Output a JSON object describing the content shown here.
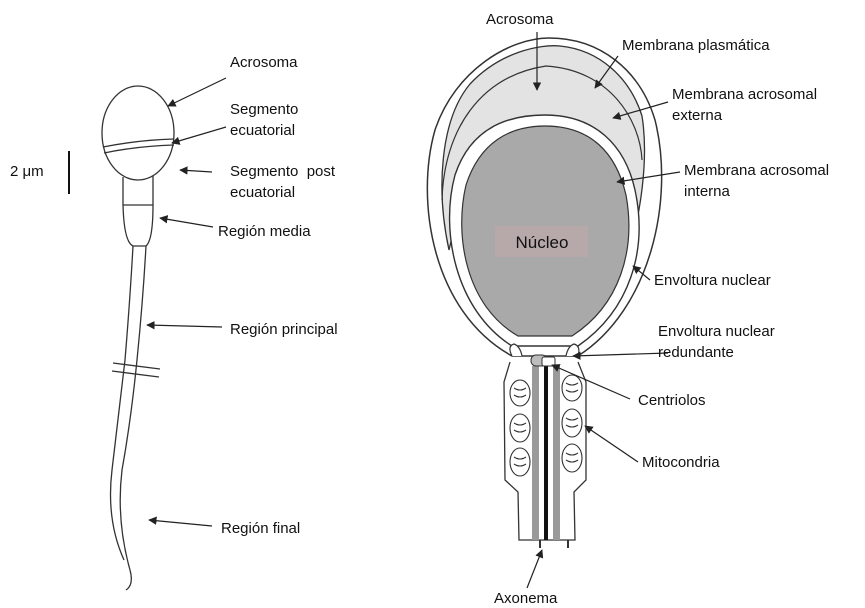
{
  "left_figure": {
    "scale": "2 μm",
    "labels": {
      "acrosoma": "Acrosoma",
      "segmento_ecuatorial_1": "Segmento",
      "segmento_ecuatorial_2": "ecuatorial",
      "segmento_post_1": "Segmento  post",
      "segmento_post_2": "ecuatorial",
      "region_media": "Región media",
      "region_principal": "Región principal",
      "region_final": "Región final"
    }
  },
  "right_figure": {
    "labels": {
      "acrosoma": "Acrosoma",
      "membrana_plasmatica": "Membrana plasmática",
      "membrana_acrosomal_externa_1": "Membrana acrosomal",
      "membrana_acrosomal_externa_2": "externa",
      "membrana_acrosomal_interna_1": "Membrana acrosomal",
      "membrana_acrosomal_interna_2": "interna",
      "nucleo": "Núcleo",
      "envoltura_nuclear": "Envoltura nuclear",
      "envoltura_redundante_1": "Envoltura nuclear",
      "envoltura_redundante_2": "redundante",
      "centriolos": "Centriolos",
      "mitocondria": "Mitocondria",
      "axonema": "Axonema"
    }
  },
  "colors": {
    "acrosome_fill": "#e3e3e3",
    "nucleus_fill": "#a9a9a9",
    "nucleus_label_bg": "#b7a9a9",
    "axoneme_gray": "#9a9a9a",
    "line": "#222222"
  }
}
